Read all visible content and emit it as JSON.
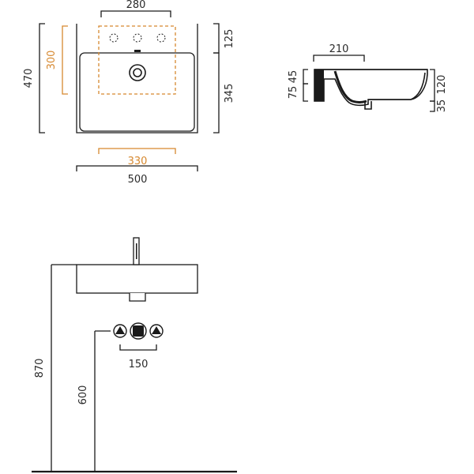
{
  "top_view": {
    "dims": {
      "tap_span": "280",
      "top_depth": "125",
      "bowl_depth": "345",
      "overall_depth": "470",
      "cutout_depth": "300",
      "cutout_width": "330",
      "overall_width": "500"
    },
    "colors": {
      "accent": "#d6882f",
      "line": "#1a1a1a"
    }
  },
  "section_view": {
    "dims": {
      "inner_width": "210",
      "rim_depth": "45",
      "front_depth": "75",
      "height": "120",
      "waste_drop": "35"
    }
  },
  "front_view": {
    "dims": {
      "height_rim": "870",
      "height_waste": "600",
      "supply_spacing": "150"
    }
  }
}
